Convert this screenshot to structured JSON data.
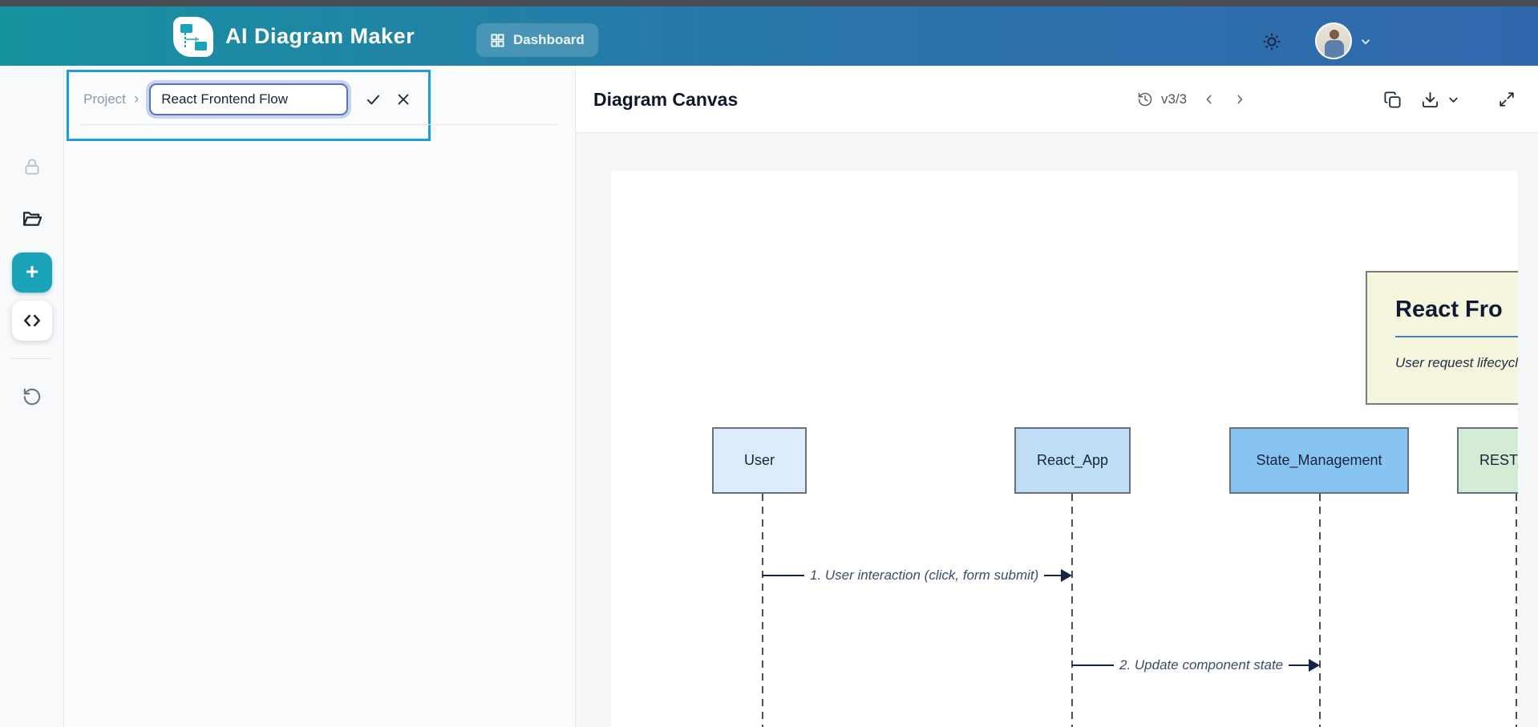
{
  "navbar": {
    "app_title": "AI Diagram Maker",
    "dashboard_label": "Dashboard",
    "gradient_start": "#17929f",
    "gradient_end": "#3168ad",
    "icons": [
      "app-logo-icon",
      "grid-icon",
      "sun-icon",
      "avatar",
      "chevron-down-icon"
    ]
  },
  "sidebar": {
    "icons": [
      "lock-icon",
      "folder-open-icon",
      "plus-icon",
      "code-icon",
      "undo-icon"
    ],
    "add_button_color": "#1aa3b8"
  },
  "project_panel": {
    "breadcrumb_label": "Project",
    "breadcrumb_separator": "›",
    "name_input_value": "React Frontend Flow",
    "confirm_icon": "check-icon",
    "cancel_icon": "x-icon",
    "highlight_color": "#1d9dd9"
  },
  "canvas_header": {
    "title": "Diagram Canvas",
    "version_label": "v3/3",
    "icons": [
      "history-icon",
      "chevron-left-icon",
      "chevron-right-icon",
      "copy-icon",
      "download-icon",
      "chevron-down-icon",
      "expand-icon"
    ]
  },
  "diagram": {
    "title": "React Fro",
    "subtitle": "User request lifecycl",
    "title_box_bg": "#f6f6de",
    "actors": [
      {
        "label": "User",
        "bg": "#dcecfb"
      },
      {
        "label": "React_App",
        "bg": "#c0ddf6"
      },
      {
        "label": "State_Management",
        "bg": "#88c4f2"
      },
      {
        "label": "REST_",
        "bg": "#d4ecd3"
      }
    ],
    "messages": [
      {
        "from": "User",
        "to": "React_App",
        "label": "1. User interaction (click, form submit)"
      },
      {
        "from": "React_App",
        "to": "State_Management",
        "label": "2. Update component state"
      }
    ]
  }
}
